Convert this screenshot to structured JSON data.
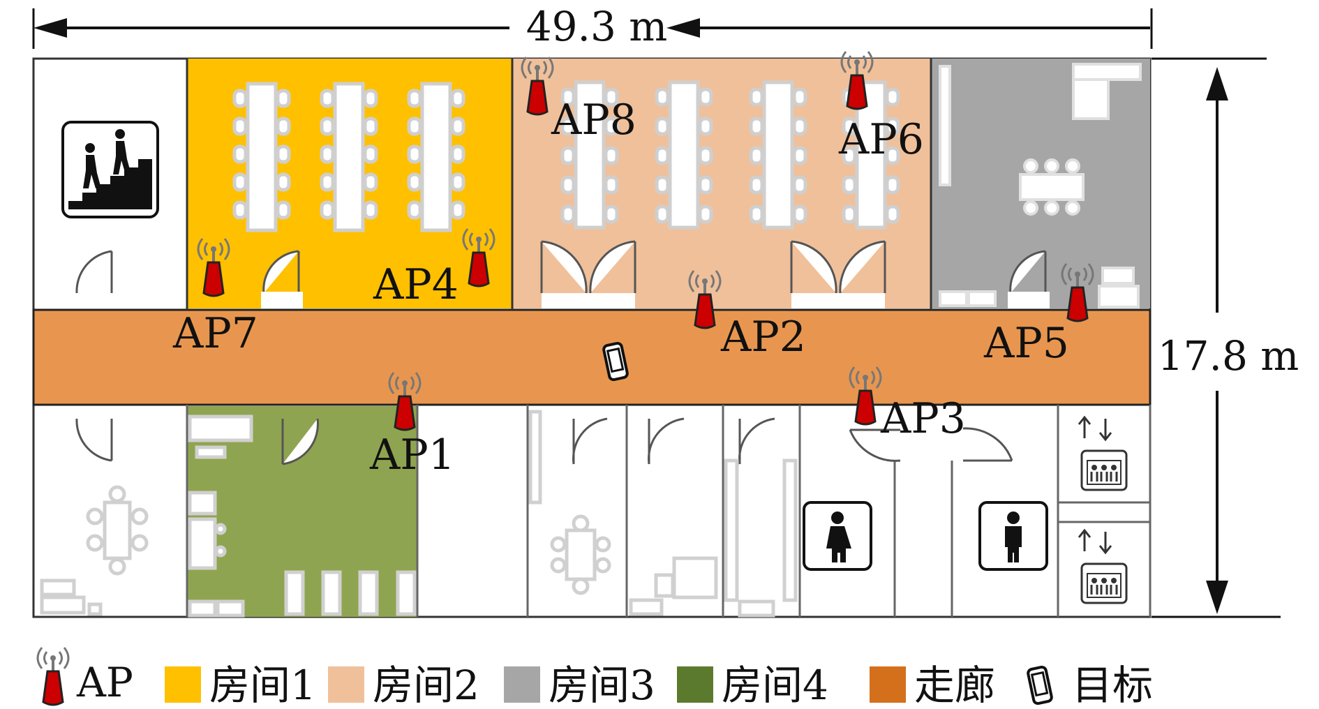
{
  "dimensions": {
    "width_label": "49.3 m",
    "height_label": "17.8 m"
  },
  "access_points": [
    {
      "id": "AP1",
      "label": "AP1"
    },
    {
      "id": "AP2",
      "label": "AP2"
    },
    {
      "id": "AP3",
      "label": "AP3"
    },
    {
      "id": "AP4",
      "label": "AP4"
    },
    {
      "id": "AP5",
      "label": "AP5"
    },
    {
      "id": "AP6",
      "label": "AP6"
    },
    {
      "id": "AP7",
      "label": "AP7"
    },
    {
      "id": "AP8",
      "label": "AP8"
    }
  ],
  "legend": {
    "ap": "AP",
    "room1": "房间1",
    "room2": "房间2",
    "room3": "房间3",
    "room4": "房间4",
    "corridor": "走廊",
    "target": "目标"
  },
  "colors": {
    "room1": "#FFC000",
    "room2": "#F0C09A",
    "room3": "#A6A6A6",
    "room4": "#8FA450",
    "corridor": "#E8964F",
    "legend_room4": "#5C7A2E",
    "legend_corridor": "#D4701C",
    "ap_red": "#CC0000"
  }
}
